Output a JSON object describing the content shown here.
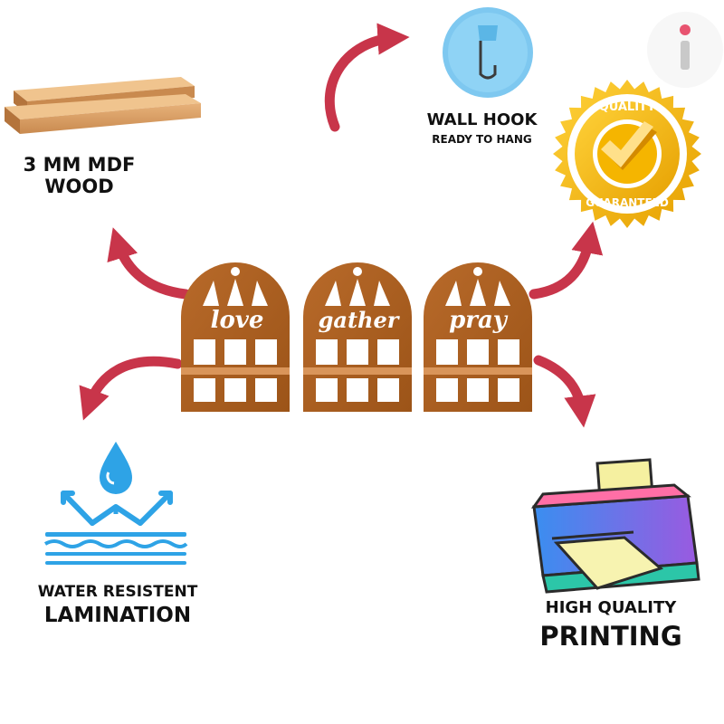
{
  "features": {
    "mdf": {
      "line1": "3 MM MDF",
      "line2": "WOOD",
      "icon": "wood-planks-icon"
    },
    "hook": {
      "line1": "WALL HOOK",
      "line2": "READY TO HANG",
      "icon": "wall-hook-icon"
    },
    "water": {
      "line1": "WATER RESISTENT",
      "line2": "LAMINATION",
      "icon": "water-drop-icon"
    },
    "print": {
      "line1": "HIGH QUALITY",
      "line2": "PRINTING",
      "icon": "printer-icon"
    }
  },
  "badge": {
    "top_text": "QUALITY",
    "bottom_text": "GUARANTEED"
  },
  "products": {
    "words": [
      "love",
      "gather",
      "pray"
    ]
  },
  "colors": {
    "arrow": "#c8354a",
    "wood": "#b5651d",
    "badge": "#f2b400",
    "water": "#2ea3e6",
    "hook": "#7ec8f0"
  }
}
